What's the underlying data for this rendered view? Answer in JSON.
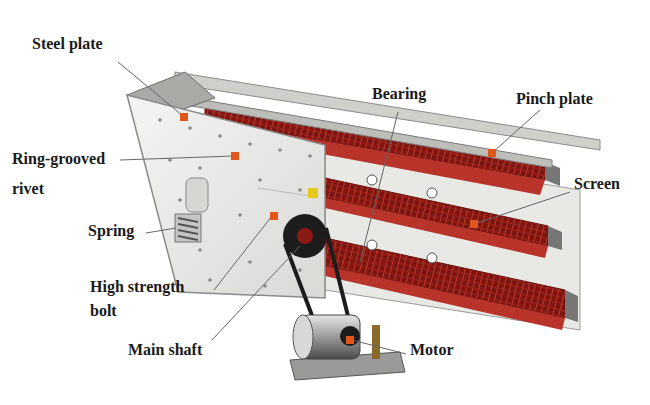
{
  "diagram": {
    "labels": [
      "Steel plate",
      "Ring-grooved rivet",
      "Spring",
      "High strength bolt",
      "Main shaft",
      "Bearing",
      "Pinch plate",
      "Screen",
      "Motor"
    ]
  }
}
